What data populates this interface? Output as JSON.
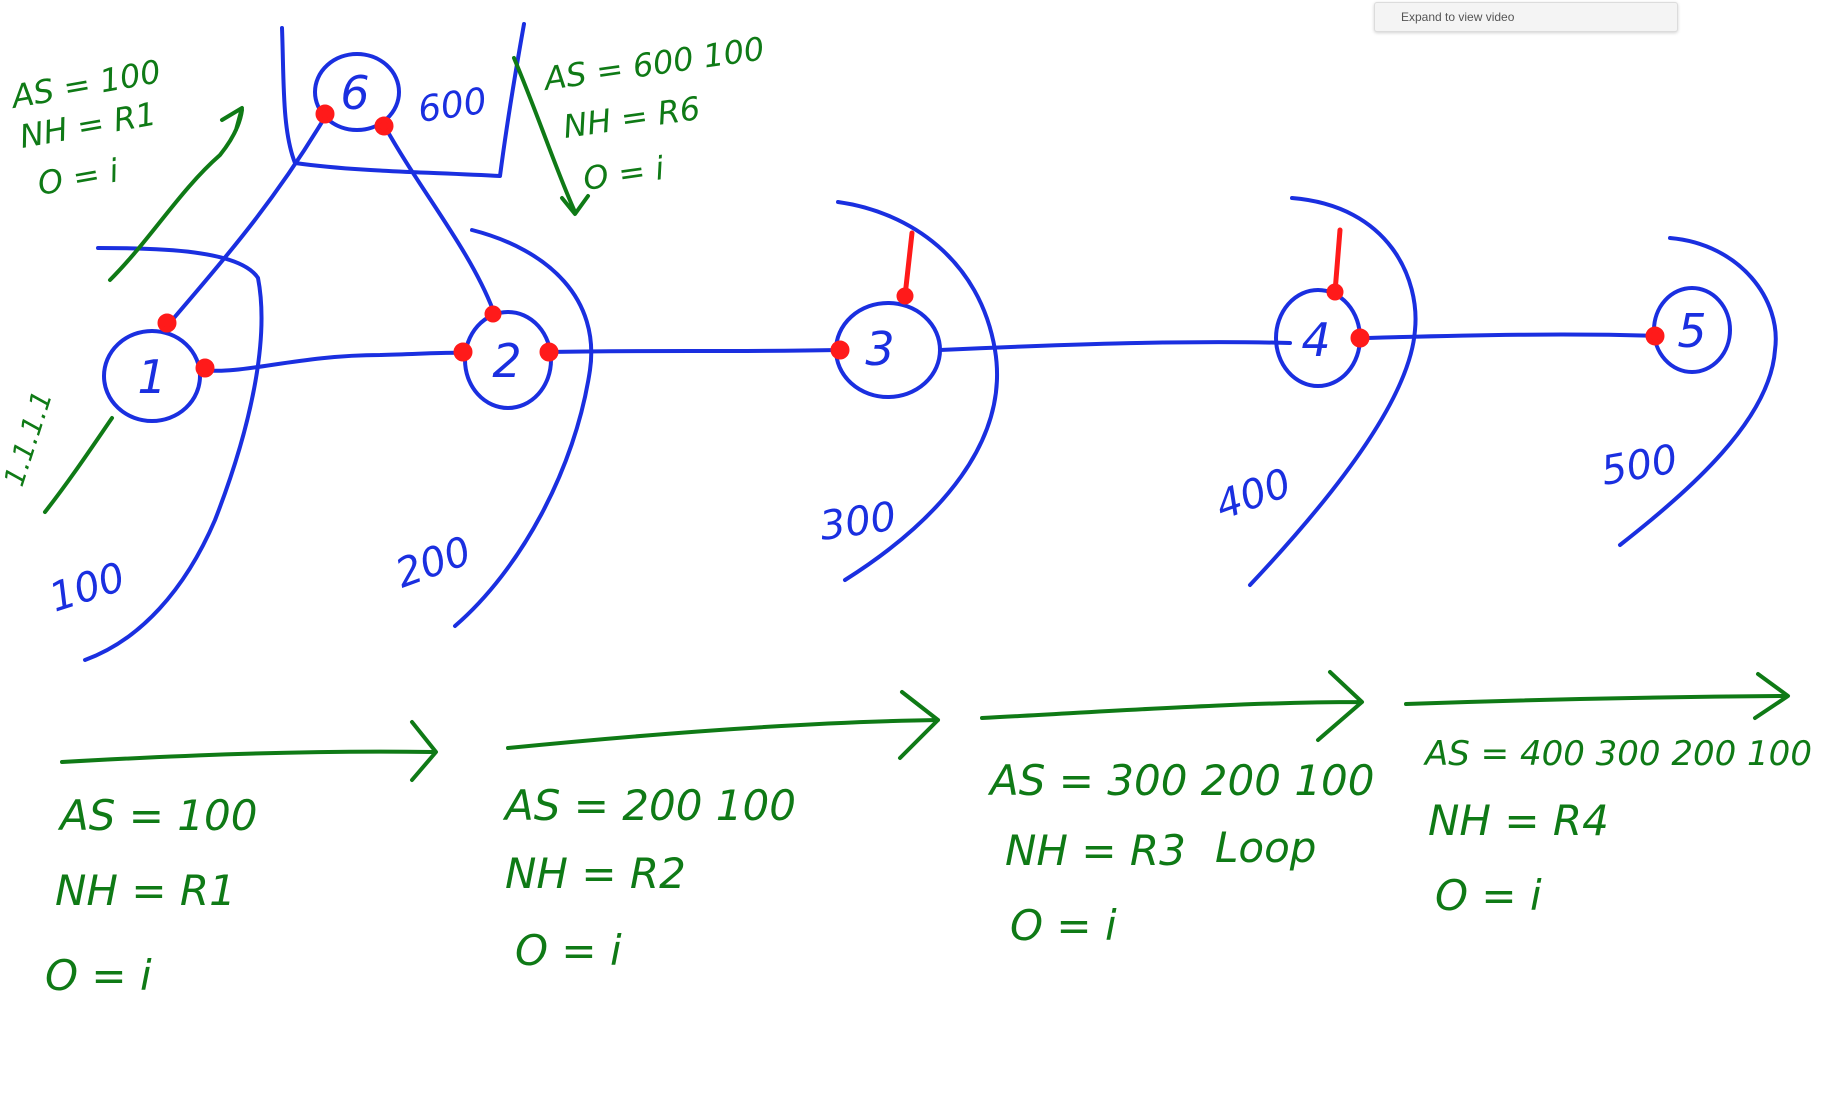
{
  "toolbar": {
    "expand_label": "Expand to view video"
  },
  "colors": {
    "topology": "#1a2fe0",
    "annotation": "#0f7a16",
    "interface": "#ff1a1a"
  },
  "routers": [
    {
      "id": "1",
      "as": "100"
    },
    {
      "id": "2",
      "as": "200"
    },
    {
      "id": "3",
      "as": "300"
    },
    {
      "id": "4",
      "as": "400"
    },
    {
      "id": "5",
      "as": "500"
    },
    {
      "id": "6",
      "as": "600"
    }
  ],
  "network": {
    "prefix": "1.1.1.1"
  },
  "update_r1_to_r6": {
    "as": "AS = 100",
    "nh": "NH = R1",
    "origin": "O = i"
  },
  "update_r6_to_r2": {
    "as": "AS = 600 100",
    "nh": "NH = R6",
    "origin": "O = i"
  },
  "updates": [
    {
      "as": "AS = 100",
      "nh": "NH = R1",
      "origin": "O = i"
    },
    {
      "as": "AS = 200 100",
      "nh": "NH = R2",
      "origin": "O = i"
    },
    {
      "as": "AS = 300 200 100",
      "nh": "NH = R3",
      "note": "Loop",
      "origin": "O = i"
    },
    {
      "as": "AS = 400 300 200 100",
      "nh": "NH = R4",
      "origin": "O = i"
    }
  ]
}
